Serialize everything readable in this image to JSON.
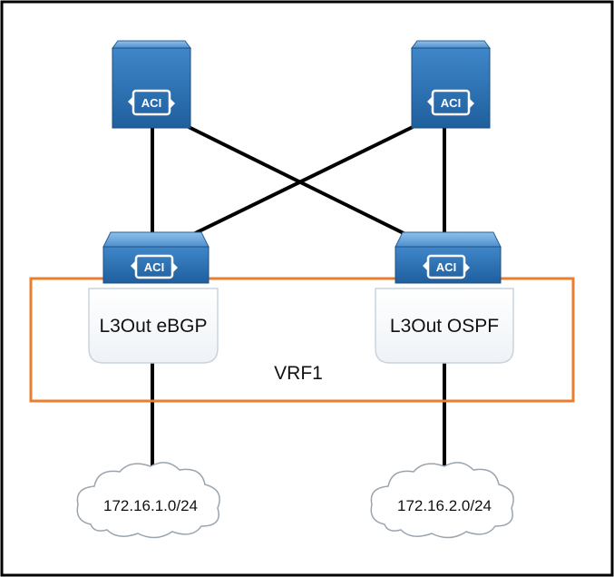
{
  "devices": {
    "spine_left": {
      "badge": "ACI"
    },
    "spine_right": {
      "badge": "ACI"
    },
    "leaf_left": {
      "badge": "ACI"
    },
    "leaf_right": {
      "badge": "ACI"
    }
  },
  "l3outs": {
    "left": {
      "label": "L3Out eBGP"
    },
    "right": {
      "label": "L3Out OSPF"
    }
  },
  "vrf": {
    "label": "VRF1"
  },
  "networks": {
    "left": {
      "label": "172.16.1.0/24"
    },
    "right": {
      "label": "172.16.2.0/24"
    }
  },
  "colors": {
    "border": "#000000",
    "vrf_outline": "#E87E2E",
    "device_top": "#5b9bd5",
    "device_front": "#2e75b6",
    "link": "#000000"
  }
}
